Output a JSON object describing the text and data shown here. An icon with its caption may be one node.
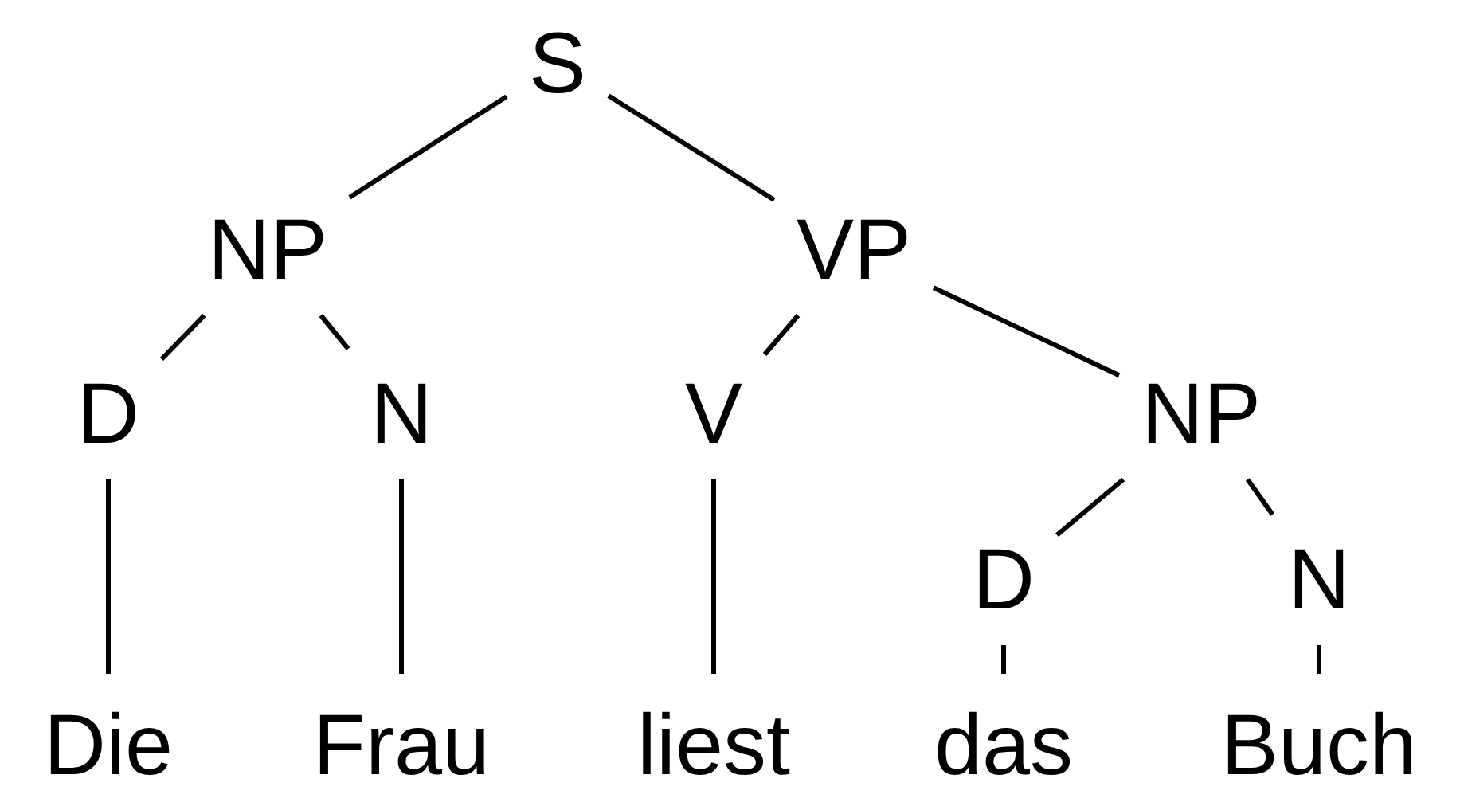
{
  "diagram": {
    "nodes": [
      {
        "text": [
          "S"
        ]
      },
      {
        "text": [
          "NP"
        ]
      },
      {
        "text": [
          "VP"
        ]
      },
      {
        "text": [
          "D"
        ]
      },
      {
        "text": [
          "N"
        ]
      },
      {
        "text": [
          "V"
        ]
      },
      {
        "text": [
          "NP"
        ]
      },
      {
        "text": [
          "D"
        ]
      },
      {
        "text": [
          "N"
        ]
      },
      {
        "text": [
          "Die"
        ]
      },
      {
        "text": [
          "Frau"
        ]
      },
      {
        "text": [
          "liest"
        ]
      },
      {
        "text": [
          "das"
        ]
      },
      {
        "text": [
          "Buch"
        ]
      }
    ],
    "edges": [
      {
        "from": 0,
        "to": 1,
        "arrow": "none"
      },
      {
        "from": 0,
        "to": 2,
        "arrow": "none"
      },
      {
        "from": 1,
        "to": 3,
        "arrow": "none"
      },
      {
        "from": 1,
        "to": 4,
        "arrow": "none"
      },
      {
        "from": 2,
        "to": 5,
        "arrow": "none"
      },
      {
        "from": 2,
        "to": 6,
        "arrow": "none"
      },
      {
        "from": 6,
        "to": 7,
        "arrow": "none"
      },
      {
        "from": 6,
        "to": 8,
        "arrow": "none"
      },
      {
        "from": 3,
        "to": 9,
        "arrow": "none"
      },
      {
        "from": 4,
        "to": 10,
        "arrow": "none"
      },
      {
        "from": 5,
        "to": 11,
        "arrow": "none"
      },
      {
        "from": 7,
        "to": 12,
        "arrow": "none"
      },
      {
        "from": 8,
        "to": 13,
        "arrow": "none"
      }
    ]
  }
}
